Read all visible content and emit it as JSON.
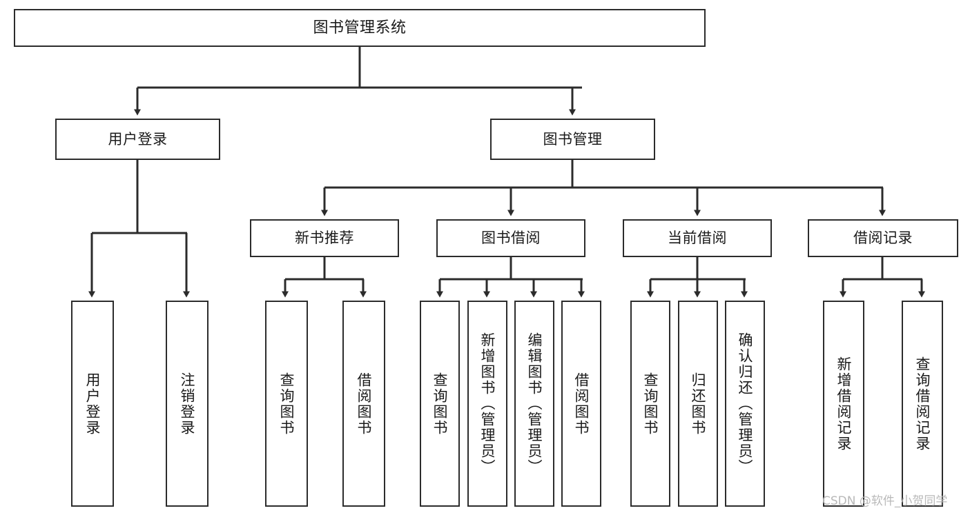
{
  "diagram": {
    "kind": "tree-hierarchy",
    "title": "图书管理系统",
    "watermark": "CSDN @软件_小贺同学",
    "colors": {
      "box_border": "#2b2b2b",
      "box_fill": "#ffffff",
      "edge": "#2b2b2b",
      "text": "#1a1a1a",
      "watermark": "#b9b9b9",
      "background": "#ffffff"
    },
    "root": {
      "id": "root",
      "label": "图书管理系统"
    },
    "level1": [
      {
        "id": "user-login",
        "label": "用户登录"
      },
      {
        "id": "book-management",
        "label": "图书管理"
      }
    ],
    "level2": [
      {
        "id": "new-book-recommend",
        "label": "新书推荐",
        "parent": "book-management"
      },
      {
        "id": "book-borrow",
        "label": "图书借阅",
        "parent": "book-management"
      },
      {
        "id": "current-borrow",
        "label": "当前借阅",
        "parent": "book-management"
      },
      {
        "id": "borrow-record",
        "label": "借阅记录",
        "parent": "book-management"
      }
    ],
    "leaves": [
      {
        "id": "leaf-user-login",
        "label": "用户登录",
        "parent": "user-login"
      },
      {
        "id": "leaf-user-logout",
        "label": "注销登录",
        "parent": "user-login"
      },
      {
        "id": "leaf-query-book-1",
        "label": "查询图书",
        "parent": "new-book-recommend"
      },
      {
        "id": "leaf-borrow-book-1",
        "label": "借阅图书",
        "parent": "new-book-recommend"
      },
      {
        "id": "leaf-query-book-2",
        "label": "查询图书",
        "parent": "book-borrow"
      },
      {
        "id": "leaf-add-book",
        "label": "新增图书（管理员）",
        "parent": "book-borrow"
      },
      {
        "id": "leaf-edit-book",
        "label": "编辑图书（管理员）",
        "parent": "book-borrow"
      },
      {
        "id": "leaf-borrow-book-2",
        "label": "借阅图书",
        "parent": "book-borrow"
      },
      {
        "id": "leaf-query-book-3",
        "label": "查询图书",
        "parent": "current-borrow"
      },
      {
        "id": "leaf-return-book",
        "label": "归还图书",
        "parent": "current-borrow"
      },
      {
        "id": "leaf-confirm-return",
        "label": "确认归还（管理员）",
        "parent": "current-borrow"
      },
      {
        "id": "leaf-add-record",
        "label": "新增借阅记录",
        "parent": "borrow-record"
      },
      {
        "id": "leaf-query-record",
        "label": "查询借阅记录",
        "parent": "borrow-record"
      }
    ]
  }
}
